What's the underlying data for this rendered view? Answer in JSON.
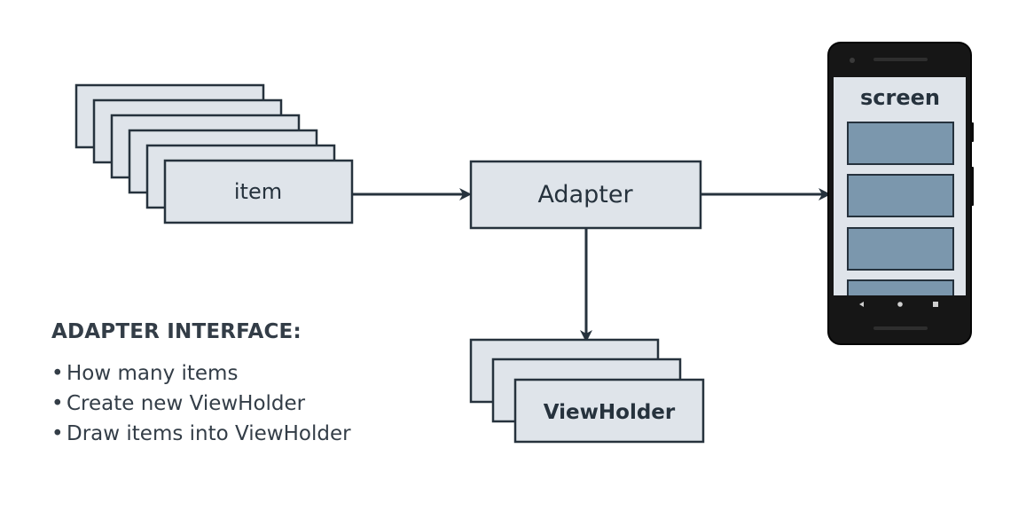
{
  "colors": {
    "box_fill": "#dfe4ea",
    "stroke": "#26323d",
    "phone_body": "#161616",
    "screen_bg": "#dfe4ea",
    "list_row": "#7b97ad",
    "text": "#333d47"
  },
  "nodes": {
    "item": "item",
    "adapter": "Adapter",
    "viewholder": "ViewHolder",
    "screen": "screen"
  },
  "stacks": {
    "item_card_count": 6,
    "viewholder_card_count": 3,
    "screen_row_count": 4
  },
  "phone": {
    "nav_icons": [
      "back-icon",
      "home-icon",
      "recents-icon"
    ]
  },
  "edges": [
    {
      "from": "item",
      "to": "Adapter"
    },
    {
      "from": "Adapter",
      "to": "screen"
    },
    {
      "from": "Adapter",
      "to": "ViewHolder"
    }
  ],
  "interface": {
    "title": "ADAPTER INTERFACE:",
    "bullets": [
      "How many items",
      "Create new ViewHolder",
      "Draw items into ViewHolder"
    ]
  }
}
